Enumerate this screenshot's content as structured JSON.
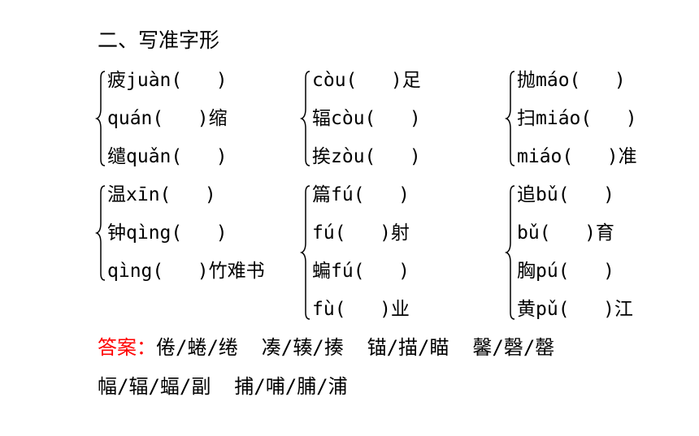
{
  "title": "二、写准字形",
  "groups": [
    {
      "lines": [
        "疲juàn(   )",
        "quán(   )缩",
        "缱quǎn(   )"
      ]
    },
    {
      "lines": [
        "còu(   )足",
        "辐còu(   )",
        "挨zòu(   )"
      ]
    },
    {
      "lines": [
        "抛máo(   )",
        "扫miáo(   )",
        "miáo(   )准"
      ]
    },
    {
      "lines": [
        "温xīn(   )",
        "钟qìng(   )",
        "qìng(   )竹难书"
      ]
    },
    {
      "lines": [
        "篇fú(   )",
        "fú(   )射",
        "蝙fú(   )",
        "fù(   )业"
      ]
    },
    {
      "lines": [
        "追bǔ(   )",
        "bǔ(   )育",
        "胸pú(   )",
        "黄pǔ(   )江"
      ]
    }
  ],
  "answer": {
    "label": "答案：",
    "line1": "倦/蜷/绻  凑/辏/揍  锚/描/瞄  馨/磬/罄",
    "line2": "幅/辐/蝠/副  捕/哺/脯/浦"
  },
  "colors": {
    "answer_label": "#ff0000",
    "text": "#000000"
  }
}
